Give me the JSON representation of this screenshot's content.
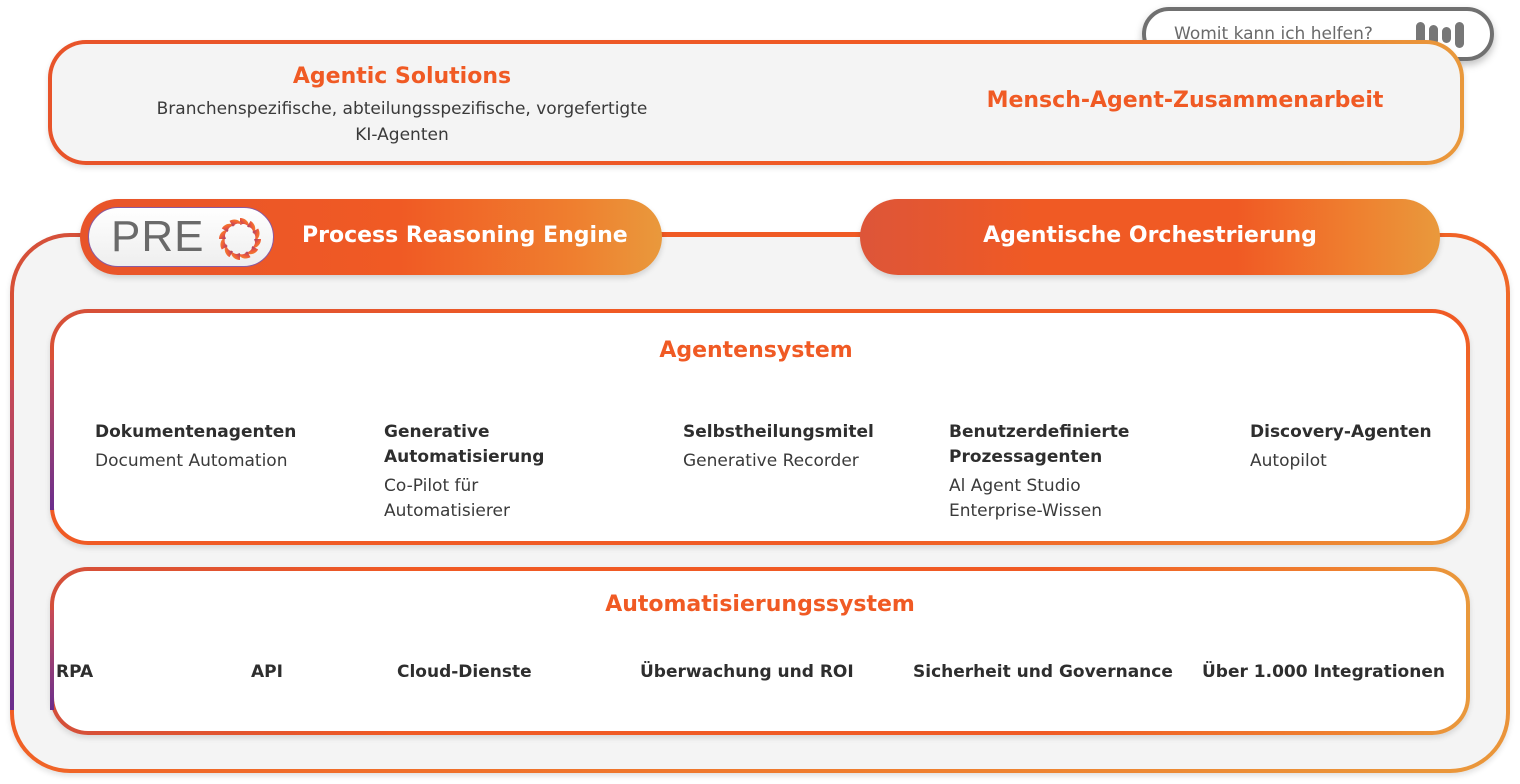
{
  "search": {
    "placeholder": "Womit kann ich helfen?",
    "icon": "voice-waveform-icon"
  },
  "top_layer": {
    "left": {
      "title": "Agentic Solutions",
      "description_line1": "Branchenspezifische, abteilungsspezifische, vorgefertigte",
      "description_line2": "KI-Agenten"
    },
    "right": {
      "title": "Mensch-Agent-Zusammenarbeit"
    }
  },
  "pills": {
    "pre": {
      "badge_text": "PRE",
      "badge_icon": "swirl-logo-icon",
      "label": "Process Reasoning Engine"
    },
    "orchestration": {
      "label": "Agentische Orchestrierung"
    }
  },
  "agent_system": {
    "title": "Agentensystem",
    "columns": [
      {
        "heading_line1": "Dokumentenagenten",
        "heading_line2": "",
        "sub_line1": "Document Automation",
        "sub_line2": ""
      },
      {
        "heading_line1": "Generative",
        "heading_line2": "Automatisierung",
        "sub_line1": "Co-Pilot für",
        "sub_line2": "Automatisierer"
      },
      {
        "heading_line1": "Selbstheilungsmitel",
        "heading_line2": "",
        "sub_line1": "Generative Recorder",
        "sub_line2": ""
      },
      {
        "heading_line1": "Benutzerdefinierte",
        "heading_line2": "Prozessagenten",
        "sub_line1": "Al Agent Studio",
        "sub_line2": "Enterprise-Wissen"
      },
      {
        "heading_line1": "Discovery-Agenten",
        "heading_line2": "",
        "sub_line1": "Autopilot",
        "sub_line2": ""
      }
    ]
  },
  "automation_system": {
    "title": "Automatisierungssystem",
    "items": [
      "RPA",
      "API",
      "Cloud-Dienste",
      "Überwachung und ROI",
      "Sicherheit und Governance",
      "Über 1.000 Integrationen"
    ]
  },
  "colors": {
    "accent_orange": "#f05a24",
    "accent_light_orange": "#e9993c",
    "accent_purple": "#6b2d8c",
    "panel_bg": "#f4f4f4",
    "text_dark": "#2e2e2e"
  }
}
